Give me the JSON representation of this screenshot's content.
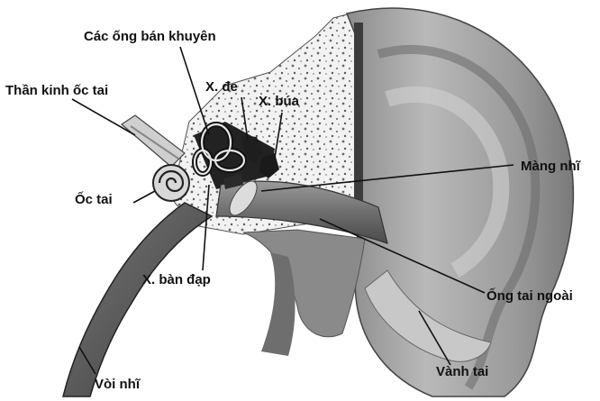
{
  "labels": {
    "semicircular_canals": "Các ống bán khuyên",
    "cochlear_nerve": "Thần kinh ốc tai",
    "incus": "X. đe",
    "malleus": "X. búa",
    "eardrum": "Màng nhĩ",
    "cochlea": "Ốc tai",
    "stapes": "X. bàn đạp",
    "ear_canal": "Ống tai ngoài",
    "eustachian_tube": "Vòi nhĩ",
    "pinna": "Vành tai"
  },
  "colors": {
    "background": "#ffffff",
    "label_text": "#111111",
    "leader_line": "#111111"
  }
}
